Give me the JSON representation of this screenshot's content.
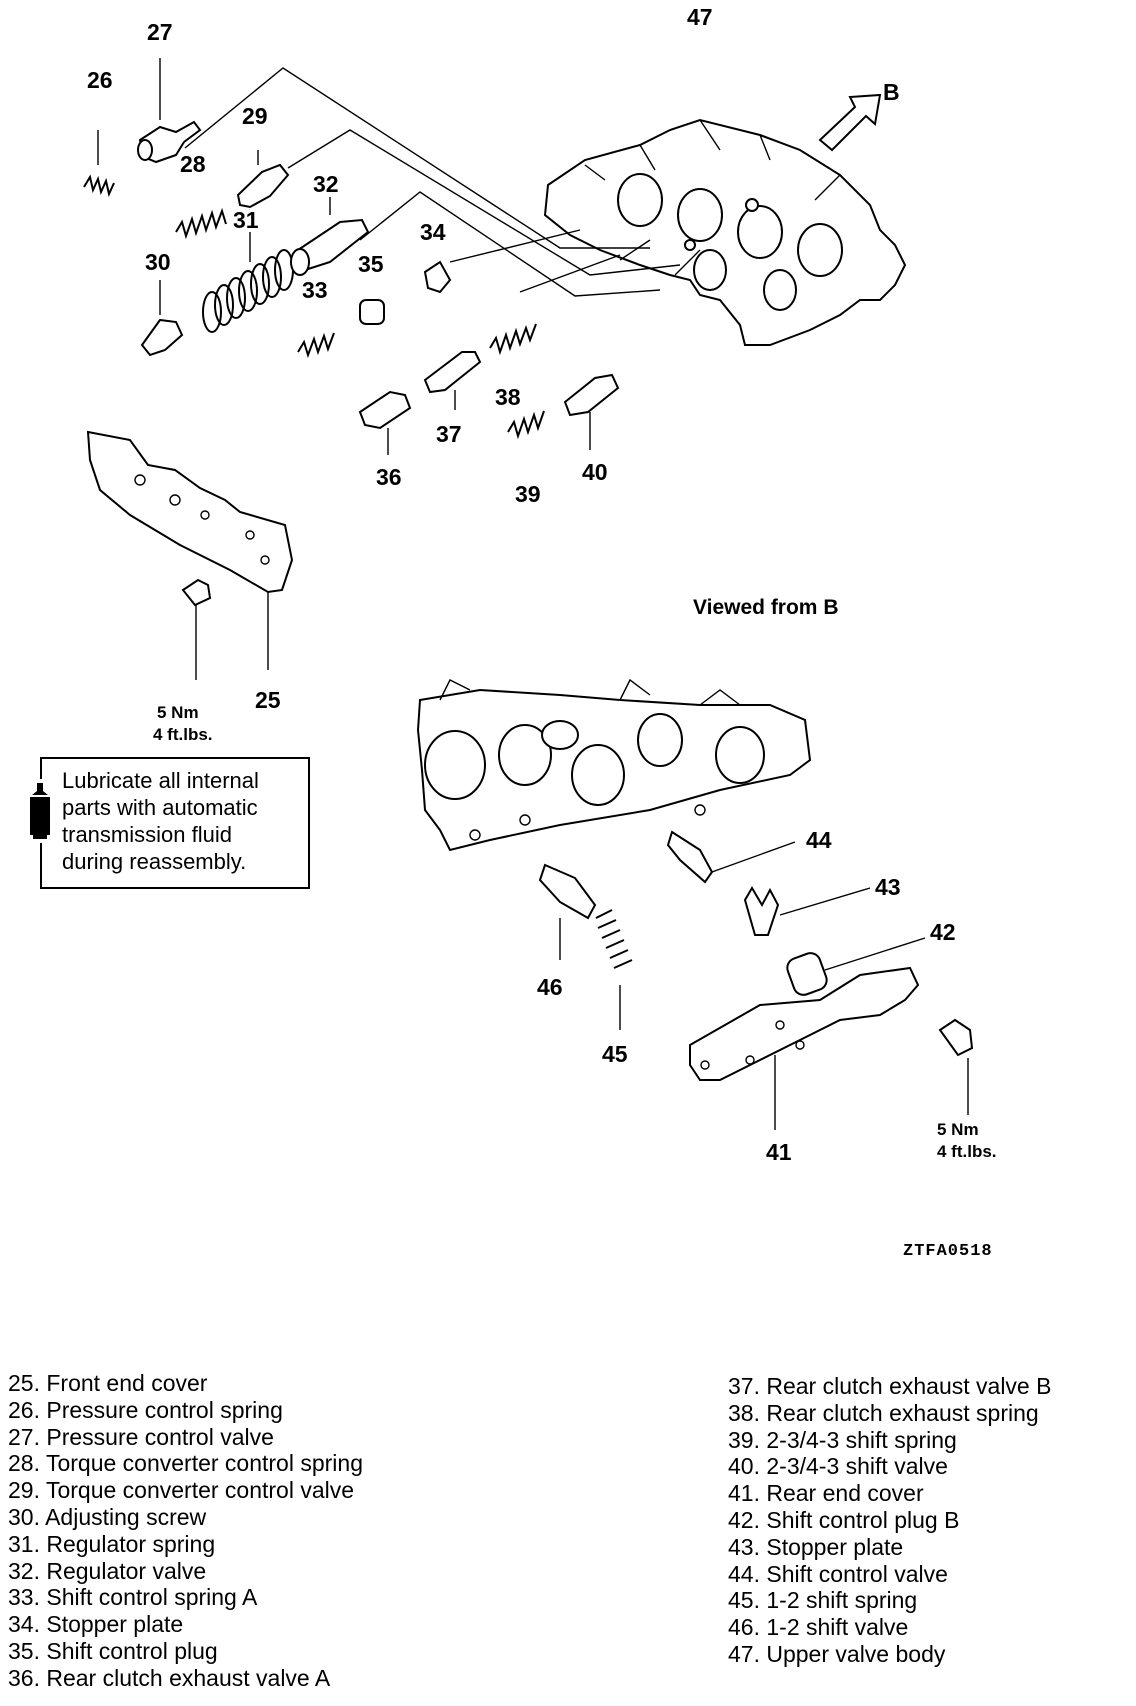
{
  "callouts": [
    "25",
    "26",
    "27",
    "28",
    "29",
    "30",
    "31",
    "32",
    "33",
    "34",
    "35",
    "36",
    "37",
    "38",
    "39",
    "40",
    "41",
    "42",
    "43",
    "44",
    "45",
    "46",
    "47"
  ],
  "view_arrow_label": "B",
  "viewed_from": "Viewed from B",
  "torque_front": {
    "nm": "5 Nm",
    "ftlbs": "4 ft.lbs."
  },
  "torque_rear": {
    "nm": "5 Nm",
    "ftlbs": "4 ft.lbs."
  },
  "note_lines": [
    "Lubricate all internal",
    "parts with automatic",
    "transmission fluid",
    "during reassembly."
  ],
  "figure_code": "ZTFA0518",
  "legend_left": [
    "25. Front end cover",
    "26. Pressure control spring",
    "27. Pressure control valve",
    "28. Torque converter control spring",
    "29. Torque converter control valve",
    "30. Adjusting screw",
    "31. Regulator spring",
    "32. Regulator valve",
    "33. Shift control spring A",
    "34. Stopper plate",
    "35. Shift control plug",
    "36. Rear clutch exhaust valve A"
  ],
  "legend_right": [
    "37. Rear clutch exhaust valve B",
    "38. Rear clutch exhaust spring",
    "39. 2-3/4-3 shift spring",
    "40. 2-3/4-3 shift valve",
    "41. Rear end cover",
    "42. Shift control plug B",
    "43. Stopper plate",
    "44. Shift control valve",
    "45. 1-2 shift spring",
    "46. 1-2 shift valve",
    "47. Upper valve body"
  ],
  "icons": [
    "oil-can-icon"
  ]
}
